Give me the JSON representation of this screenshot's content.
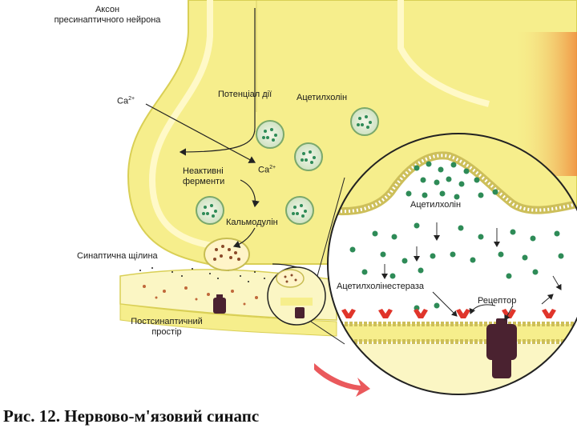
{
  "labels": {
    "axon_line1": "Аксон",
    "axon_line2": "пресинаптичного нейрона",
    "action_potential": "Потенціал дії",
    "ca_top": "Ca",
    "ca_mid": "Ca",
    "ca_superscript": "2+",
    "acetylcholine_top": "Ацетилхолін",
    "inactive_enzymes_line1": "Неактивні",
    "inactive_enzymes_line2": "ферменти",
    "calmodulin": "Кальмодулін",
    "synaptic_cleft": "Синаптична щілина",
    "postsynaptic_line1": "Постсинаптичний",
    "postsynaptic_line2": "простір",
    "acetylcholine_zoom": "Ацетилхолін",
    "acetylcholinesterase": "Ацетилхолінестераза",
    "receptor": "Рецептор"
  },
  "caption": "Рис. 12. Нервово-м'язовий синапс",
  "colors": {
    "terminal_fill": "#f6ee8c",
    "terminal_outline": "#d9cf55",
    "membrane_band": "#fff9c8",
    "cleft_fill": "#fbf6c4",
    "vesicle_dot": "#2e8b57",
    "receptor_red": "#e0352b",
    "receptor_dark": "#4a2230",
    "arrow_red": "#e8474a",
    "inner_glow": "#f4a33a"
  },
  "icons": [
    "vesicle-icon",
    "acetylcholine-molecule-icon",
    "receptor-icon",
    "channel-icon",
    "magnify-arrow-icon"
  ]
}
